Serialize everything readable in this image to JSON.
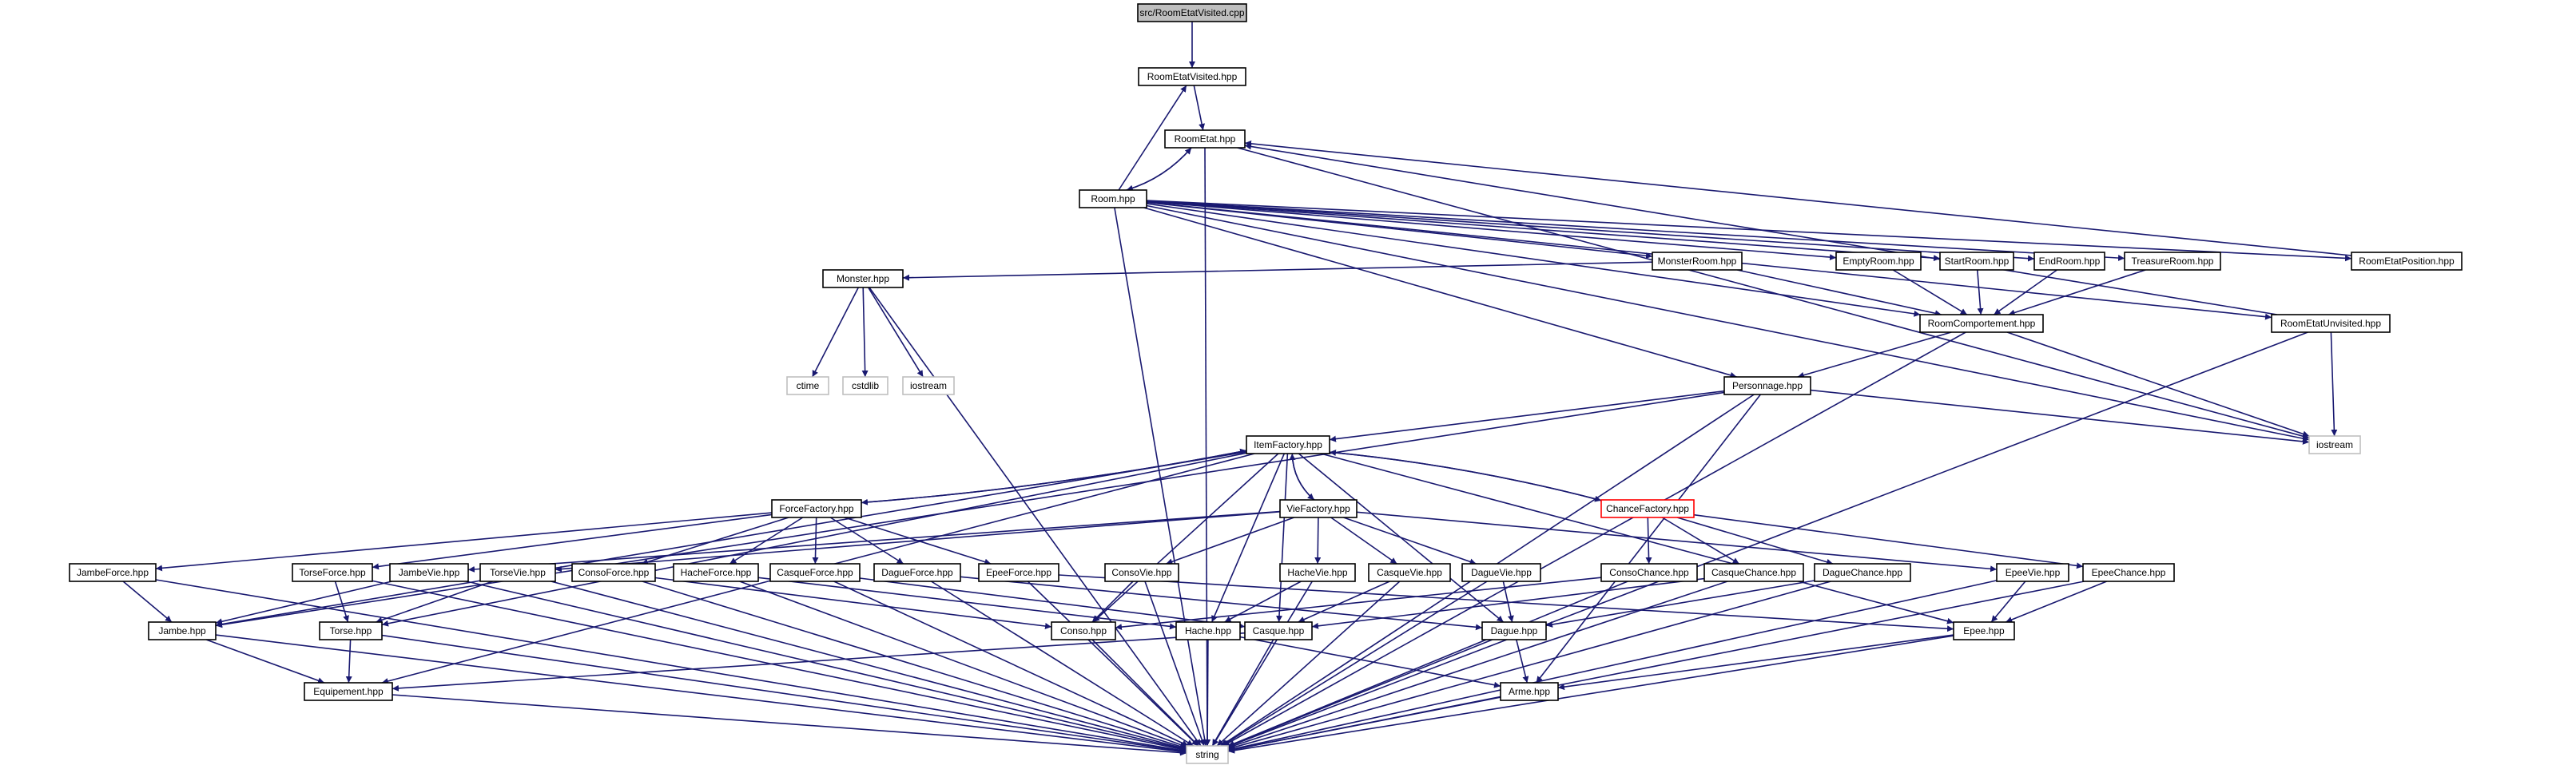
{
  "colors": {
    "edge": "#191970",
    "node_border": "#000000",
    "node_fill": "#ffffff",
    "root_fill": "#bfbfbf",
    "external_border": "#bfbfbf",
    "highlight_border": "#ff0000"
  },
  "nodes": [
    {
      "id": "root",
      "label": "src/RoomEtatVisited.cpp",
      "kind": "root"
    },
    {
      "id": "reVisitedH",
      "label": "RoomEtatVisited.hpp",
      "kind": "normal"
    },
    {
      "id": "roomEtat",
      "label": "RoomEtat.hpp",
      "kind": "normal"
    },
    {
      "id": "room",
      "label": "Room.hpp",
      "kind": "normal"
    },
    {
      "id": "monsterRoom",
      "label": "MonsterRoom.hpp",
      "kind": "normal"
    },
    {
      "id": "emptyRoom",
      "label": "EmptyRoom.hpp",
      "kind": "normal"
    },
    {
      "id": "startRoom",
      "label": "StartRoom.hpp",
      "kind": "normal"
    },
    {
      "id": "endRoom",
      "label": "EndRoom.hpp",
      "kind": "normal"
    },
    {
      "id": "treasureRoom",
      "label": "TreasureRoom.hpp",
      "kind": "normal"
    },
    {
      "id": "reposition",
      "label": "RoomEtatPosition.hpp",
      "kind": "normal"
    },
    {
      "id": "monster",
      "label": "Monster.hpp",
      "kind": "normal"
    },
    {
      "id": "roomComp",
      "label": "RoomComportement.hpp",
      "kind": "normal"
    },
    {
      "id": "reUnvisited",
      "label": "RoomEtatUnvisited.hpp",
      "kind": "normal"
    },
    {
      "id": "ctime",
      "label": "ctime",
      "kind": "external"
    },
    {
      "id": "cstdlib",
      "label": "cstdlib",
      "kind": "external"
    },
    {
      "id": "iostream1",
      "label": "iostream",
      "kind": "external"
    },
    {
      "id": "personnage",
      "label": "Personnage.hpp",
      "kind": "normal"
    },
    {
      "id": "iostream2",
      "label": "iostream",
      "kind": "external"
    },
    {
      "id": "itemFactory",
      "label": "ItemFactory.hpp",
      "kind": "normal"
    },
    {
      "id": "forceFactory",
      "label": "ForceFactory.hpp",
      "kind": "normal"
    },
    {
      "id": "vieFactory",
      "label": "VieFactory.hpp",
      "kind": "normal"
    },
    {
      "id": "chanceFactory",
      "label": "ChanceFactory.hpp",
      "kind": "highlight"
    },
    {
      "id": "jambeForce",
      "label": "JambeForce.hpp",
      "kind": "normal"
    },
    {
      "id": "torseForce",
      "label": "TorseForce.hpp",
      "kind": "normal"
    },
    {
      "id": "jambeVie",
      "label": "JambeVie.hpp",
      "kind": "normal"
    },
    {
      "id": "torseVie",
      "label": "TorseVie.hpp",
      "kind": "normal"
    },
    {
      "id": "consoForce",
      "label": "ConsoForce.hpp",
      "kind": "normal"
    },
    {
      "id": "hacheForce",
      "label": "HacheForce.hpp",
      "kind": "normal"
    },
    {
      "id": "casqueForce",
      "label": "CasqueForce.hpp",
      "kind": "normal"
    },
    {
      "id": "dagueForce",
      "label": "DagueForce.hpp",
      "kind": "normal"
    },
    {
      "id": "epeeForce",
      "label": "EpeeForce.hpp",
      "kind": "normal"
    },
    {
      "id": "consoVie",
      "label": "ConsoVie.hpp",
      "kind": "normal"
    },
    {
      "id": "hacheVie",
      "label": "HacheVie.hpp",
      "kind": "normal"
    },
    {
      "id": "casqueVie",
      "label": "CasqueVie.hpp",
      "kind": "normal"
    },
    {
      "id": "dagueVie",
      "label": "DagueVie.hpp",
      "kind": "normal"
    },
    {
      "id": "consoChance",
      "label": "ConsoChance.hpp",
      "kind": "normal"
    },
    {
      "id": "casqueChance",
      "label": "CasqueChance.hpp",
      "kind": "normal"
    },
    {
      "id": "dagueChance",
      "label": "DagueChance.hpp",
      "kind": "normal"
    },
    {
      "id": "epeeVie",
      "label": "EpeeVie.hpp",
      "kind": "normal"
    },
    {
      "id": "epeeChance",
      "label": "EpeeChance.hpp",
      "kind": "normal"
    },
    {
      "id": "jambe",
      "label": "Jambe.hpp",
      "kind": "normal"
    },
    {
      "id": "torse",
      "label": "Torse.hpp",
      "kind": "normal"
    },
    {
      "id": "conso",
      "label": "Conso.hpp",
      "kind": "normal"
    },
    {
      "id": "hache",
      "label": "Hache.hpp",
      "kind": "normal"
    },
    {
      "id": "casque",
      "label": "Casque.hpp",
      "kind": "normal"
    },
    {
      "id": "dague",
      "label": "Dague.hpp",
      "kind": "normal"
    },
    {
      "id": "epee",
      "label": "Epee.hpp",
      "kind": "normal"
    },
    {
      "id": "equipement",
      "label": "Equipement.hpp",
      "kind": "normal"
    },
    {
      "id": "arme",
      "label": "Arme.hpp",
      "kind": "normal"
    },
    {
      "id": "string",
      "label": "string",
      "kind": "external"
    }
  ],
  "edges": [
    [
      "root",
      "reVisitedH"
    ],
    [
      "reVisitedH",
      "roomEtat"
    ],
    [
      "roomEtat",
      "room"
    ],
    [
      "room",
      "roomEtat"
    ],
    [
      "room",
      "reVisitedH"
    ],
    [
      "room",
      "monsterRoom"
    ],
    [
      "room",
      "emptyRoom"
    ],
    [
      "room",
      "startRoom"
    ],
    [
      "room",
      "endRoom"
    ],
    [
      "room",
      "treasureRoom"
    ],
    [
      "room",
      "reposition"
    ],
    [
      "room",
      "reUnvisited"
    ],
    [
      "room",
      "roomComp"
    ],
    [
      "room",
      "personnage"
    ],
    [
      "room",
      "iostream2"
    ],
    [
      "room",
      "string"
    ],
    [
      "reposition",
      "roomEtat"
    ],
    [
      "reUnvisited",
      "roomEtat"
    ],
    [
      "reUnvisited",
      "iostream2"
    ],
    [
      "reUnvisited",
      "string"
    ],
    [
      "roomEtat",
      "iostream2"
    ],
    [
      "roomEtat",
      "string"
    ],
    [
      "monsterRoom",
      "monster"
    ],
    [
      "monsterRoom",
      "roomComp"
    ],
    [
      "emptyRoom",
      "roomComp"
    ],
    [
      "startRoom",
      "roomComp"
    ],
    [
      "endRoom",
      "roomComp"
    ],
    [
      "treasureRoom",
      "roomComp"
    ],
    [
      "monster",
      "ctime"
    ],
    [
      "monster",
      "cstdlib"
    ],
    [
      "monster",
      "iostream1"
    ],
    [
      "monster",
      "string"
    ],
    [
      "roomComp",
      "personnage"
    ],
    [
      "roomComp",
      "iostream2"
    ],
    [
      "roomComp",
      "string"
    ],
    [
      "personnage",
      "itemFactory"
    ],
    [
      "personnage",
      "iostream2"
    ],
    [
      "personnage",
      "string"
    ],
    [
      "personnage",
      "jambe"
    ],
    [
      "personnage",
      "arme"
    ],
    [
      "itemFactory",
      "forceFactory"
    ],
    [
      "itemFactory",
      "vieFactory"
    ],
    [
      "itemFactory",
      "chanceFactory"
    ],
    [
      "forceFactory",
      "itemFactory"
    ],
    [
      "vieFactory",
      "itemFactory"
    ],
    [
      "chanceFactory",
      "itemFactory"
    ],
    [
      "itemFactory",
      "conso"
    ],
    [
      "itemFactory",
      "hache"
    ],
    [
      "itemFactory",
      "casque"
    ],
    [
      "itemFactory",
      "dague"
    ],
    [
      "itemFactory",
      "epee"
    ],
    [
      "itemFactory",
      "jambe"
    ],
    [
      "itemFactory",
      "torse"
    ],
    [
      "itemFactory",
      "equipement"
    ],
    [
      "forceFactory",
      "jambeForce"
    ],
    [
      "forceFactory",
      "torseForce"
    ],
    [
      "forceFactory",
      "consoForce"
    ],
    [
      "forceFactory",
      "hacheForce"
    ],
    [
      "forceFactory",
      "casqueForce"
    ],
    [
      "forceFactory",
      "dagueForce"
    ],
    [
      "forceFactory",
      "epeeForce"
    ],
    [
      "vieFactory",
      "jambeVie"
    ],
    [
      "vieFactory",
      "torseVie"
    ],
    [
      "vieFactory",
      "consoVie"
    ],
    [
      "vieFactory",
      "hacheVie"
    ],
    [
      "vieFactory",
      "casqueVie"
    ],
    [
      "vieFactory",
      "dagueVie"
    ],
    [
      "vieFactory",
      "epeeVie"
    ],
    [
      "chanceFactory",
      "consoChance"
    ],
    [
      "chanceFactory",
      "casqueChance"
    ],
    [
      "chanceFactory",
      "dagueChance"
    ],
    [
      "chanceFactory",
      "epeeChance"
    ],
    [
      "jambeForce",
      "jambe"
    ],
    [
      "jambeForce",
      "string"
    ],
    [
      "jambeVie",
      "jambe"
    ],
    [
      "jambeVie",
      "string"
    ],
    [
      "torseForce",
      "torse"
    ],
    [
      "torseForce",
      "string"
    ],
    [
      "torseVie",
      "torse"
    ],
    [
      "torseVie",
      "string"
    ],
    [
      "consoForce",
      "conso"
    ],
    [
      "consoForce",
      "string"
    ],
    [
      "consoVie",
      "conso"
    ],
    [
      "consoVie",
      "string"
    ],
    [
      "consoChance",
      "conso"
    ],
    [
      "consoChance",
      "string"
    ],
    [
      "hacheForce",
      "hache"
    ],
    [
      "hacheForce",
      "string"
    ],
    [
      "hacheVie",
      "hache"
    ],
    [
      "hacheVie",
      "string"
    ],
    [
      "casqueForce",
      "casque"
    ],
    [
      "casqueForce",
      "string"
    ],
    [
      "casqueVie",
      "casque"
    ],
    [
      "casqueVie",
      "string"
    ],
    [
      "casqueChance",
      "casque"
    ],
    [
      "casqueChance",
      "string"
    ],
    [
      "dagueForce",
      "dague"
    ],
    [
      "dagueForce",
      "string"
    ],
    [
      "dagueVie",
      "dague"
    ],
    [
      "dagueVie",
      "string"
    ],
    [
      "dagueChance",
      "dague"
    ],
    [
      "dagueChance",
      "string"
    ],
    [
      "epeeForce",
      "epee"
    ],
    [
      "epeeForce",
      "string"
    ],
    [
      "epeeVie",
      "epee"
    ],
    [
      "epeeVie",
      "string"
    ],
    [
      "epeeChance",
      "epee"
    ],
    [
      "epeeChance",
      "string"
    ],
    [
      "jambe",
      "equipement"
    ],
    [
      "jambe",
      "string"
    ],
    [
      "torse",
      "equipement"
    ],
    [
      "torse",
      "string"
    ],
    [
      "casque",
      "equipement"
    ],
    [
      "casque",
      "string"
    ],
    [
      "conso",
      "string"
    ],
    [
      "hache",
      "arme"
    ],
    [
      "hache",
      "string"
    ],
    [
      "dague",
      "arme"
    ],
    [
      "dague",
      "string"
    ],
    [
      "epee",
      "arme"
    ],
    [
      "epee",
      "string"
    ],
    [
      "equipement",
      "string"
    ],
    [
      "arme",
      "string"
    ]
  ]
}
